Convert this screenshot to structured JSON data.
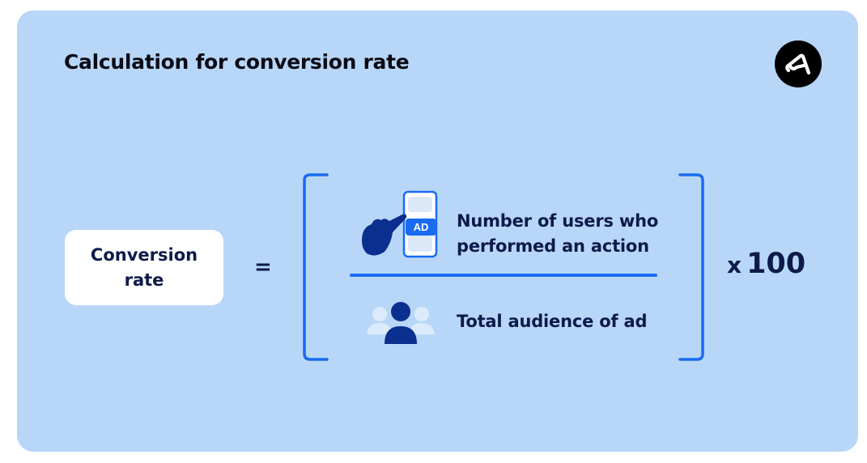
{
  "title": "Calculation for conversion rate",
  "logo": {
    "icon": "brand-logo-icon",
    "background": "#000000"
  },
  "formula": {
    "lhs": "Conversion rate",
    "equals": "=",
    "numerator": {
      "icon": "hand-tapping-ad-phone-icon",
      "ad_badge": "AD",
      "line1": "Number of users who",
      "line2": "performed an action"
    },
    "denominator": {
      "icon": "audience-group-icon",
      "text": "Total audience of ad"
    },
    "multiplier_symbol": "x",
    "multiplier_value": "100"
  },
  "colors": {
    "card_background": "#B8D7F8",
    "accent_blue": "#1A6BF0",
    "dark_blue": "#0A2F8F",
    "text_dark": "#0E1A4A"
  }
}
